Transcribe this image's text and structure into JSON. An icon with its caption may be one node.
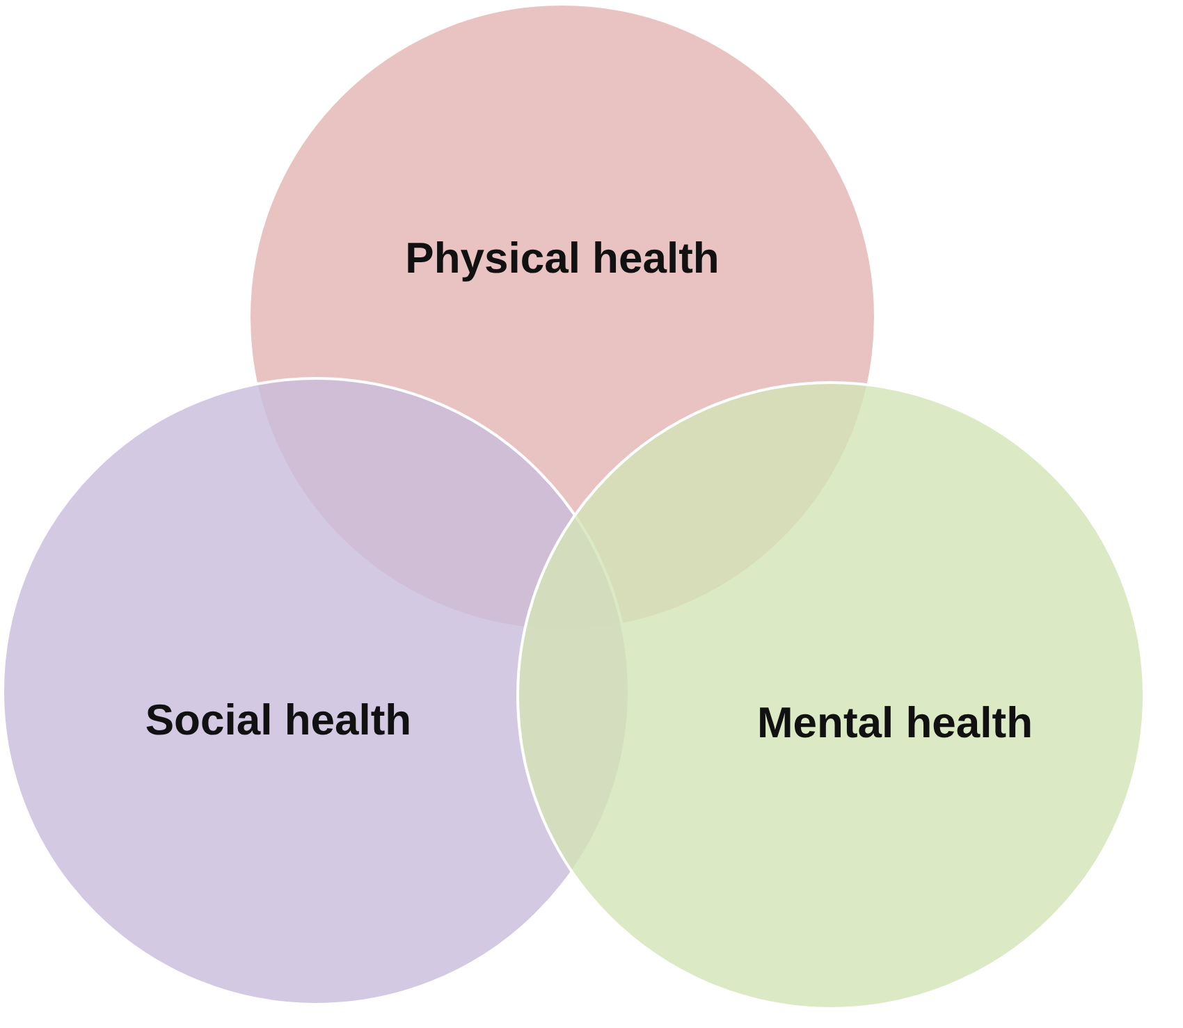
{
  "diagram": {
    "nodes": [
      {
        "text": [
          "Physical health"
        ]
      },
      {
        "text": [
          "Social health"
        ]
      },
      {
        "text": [
          "Mental health"
        ]
      }
    ]
  }
}
